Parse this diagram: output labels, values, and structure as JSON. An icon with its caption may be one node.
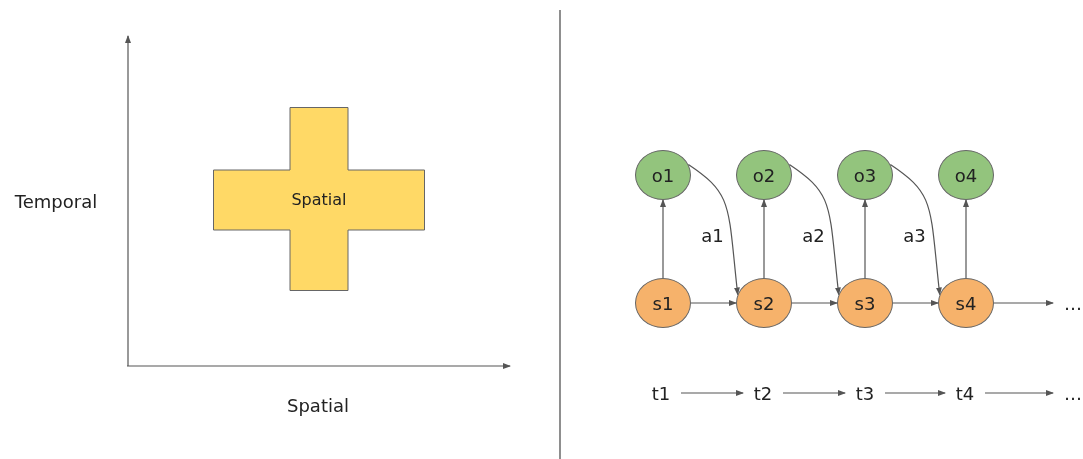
{
  "diagram": {
    "nodes": [
      {
        "text": [
          "Spatial"
        ]
      },
      {
        "text": [
          "o1"
        ]
      },
      {
        "text": [
          "o2"
        ]
      },
      {
        "text": [
          "o3"
        ]
      },
      {
        "text": [
          "o4"
        ]
      },
      {
        "text": [
          "s1"
        ]
      },
      {
        "text": [
          "s2"
        ]
      },
      {
        "text": [
          "s3"
        ]
      },
      {
        "text": [
          "s4"
        ]
      },
      {
        "text": [
          "t1"
        ]
      },
      {
        "text": [
          "t2"
        ]
      },
      {
        "text": [
          "t3"
        ]
      },
      {
        "text": [
          "t4"
        ]
      },
      {
        "text": [
          "…"
        ]
      },
      {
        "text": [
          "…"
        ]
      }
    ],
    "edges": [
      {
        "from": 5,
        "to": 1,
        "arrow": "to"
      },
      {
        "from": 6,
        "to": 2,
        "arrow": "to"
      },
      {
        "from": 7,
        "to": 3,
        "arrow": "to"
      },
      {
        "from": 8,
        "to": 4,
        "arrow": "to"
      },
      {
        "from": 1,
        "to": 6,
        "arrow": "to",
        "label": "a1"
      },
      {
        "from": 2,
        "to": 7,
        "arrow": "to",
        "label": "a2"
      },
      {
        "from": 3,
        "to": 8,
        "arrow": "to",
        "label": "a3"
      },
      {
        "from": 5,
        "to": 6,
        "arrow": "to"
      },
      {
        "from": 6,
        "to": 7,
        "arrow": "to"
      },
      {
        "from": 7,
        "to": 8,
        "arrow": "to"
      },
      {
        "from": 8,
        "to": 13,
        "arrow": "to"
      },
      {
        "from": 9,
        "to": 10,
        "arrow": "to"
      },
      {
        "from": 10,
        "to": 11,
        "arrow": "to"
      },
      {
        "from": 11,
        "to": 12,
        "arrow": "to"
      },
      {
        "from": 12,
        "to": 14,
        "arrow": "to"
      }
    ],
    "labels": [
      "Temporal",
      "Spatial"
    ]
  }
}
